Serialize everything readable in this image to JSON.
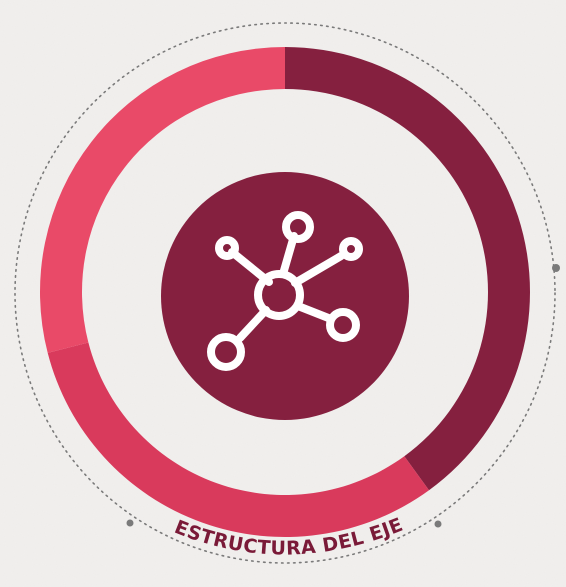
{
  "diagram": {
    "label": "ESTRUCTURA DEL EJE",
    "center_icon": "network-nodes-icon",
    "segments": [
      {
        "name": "dark-segment",
        "share": 0.4
      },
      {
        "name": "medium-segment",
        "share": 0.31
      },
      {
        "name": "light-segment",
        "share": 0.29
      }
    ]
  },
  "colors": {
    "background": "#f2f0ee",
    "dark": "#85203f",
    "medium": "#d93a5c",
    "light": "#e94a68",
    "center_fill": "#85203f",
    "icon_stroke": "#ffffff",
    "dotted": "#7a7a7a",
    "label": "#7a1a38"
  }
}
